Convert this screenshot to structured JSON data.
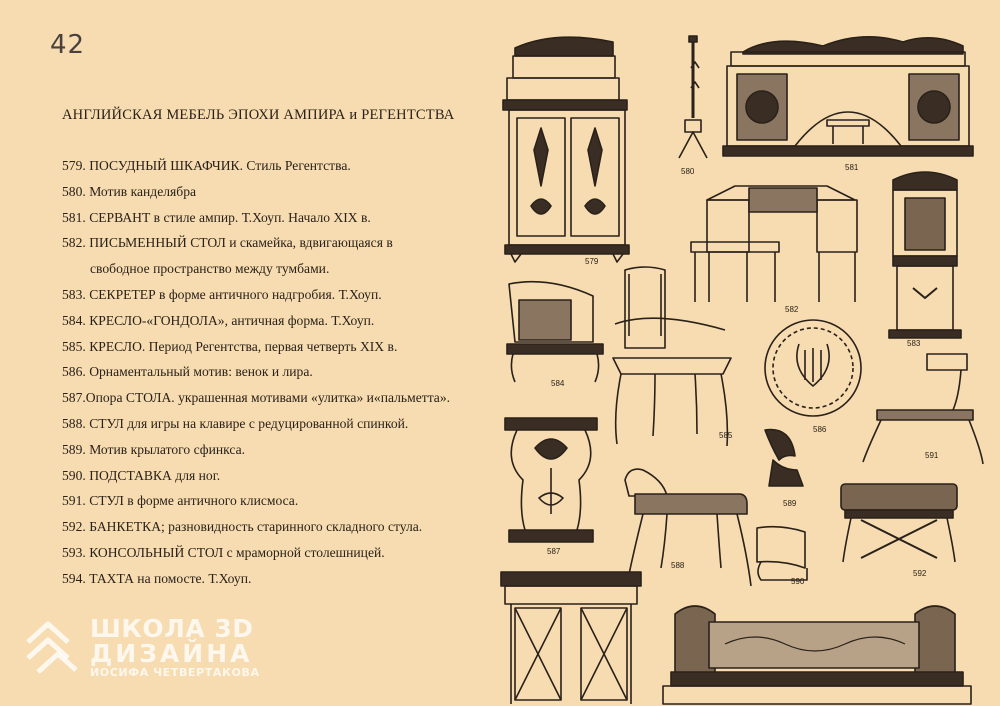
{
  "page_number": "42",
  "title": "АНГЛИЙСКАЯ МЕБЕЛЬ ЭПОХИ  АМПИРА и РЕГЕНТСТВА",
  "items": [
    "579. ПОСУДНЫЙ ШКАФЧИК. Стиль Регентства.",
    "580. Мотив канделябра",
    "581. СЕРВАНТ в стиле ампир. Т.Хоуп. Начало XIX в.",
    "582. ПИСЬМЕННЫЙ СТОЛ и скамейка, вдвигающаяся в",
    "свободное пространство между тумбами.",
    "583. СЕКРЕТЕР в форме античного надгробия. Т.Хоуп.",
    "584. КРЕСЛО-«ГОНДОЛА», античная форма. Т.Хоуп.",
    "585. КРЕСЛО. Период Регентства, первая четверть XIX в.",
    "586. Орнаментальный мотив: венок и лира.",
    "587.Опора СТОЛА. украшенная мотивами «улитка» и«пальметта».",
    "588. СТУЛ  для игры на клавире с редуцированной спинкой.",
    "589. Мотив крылатого сфинкса.",
    "590. ПОДСТАВКА  для ног.",
    "591. СТУЛ  в форме античного клисмоса.",
    "592. БАНКЕТКА; разновидность старинного складного стула.",
    "593. КОНСОЛЬНЫЙ СТОЛ с мраморной столешницей.",
    "594. ТАХТА на помосте. Т.Хоуп."
  ],
  "figure_labels": {
    "f579": "579",
    "f580": "580",
    "f581": "581",
    "f582": "582",
    "f583": "583",
    "f584": "584",
    "f585": "585",
    "f586": "586",
    "f587": "587",
    "f588": "588",
    "f589": "589",
    "f590": "590",
    "f591": "591",
    "f592": "592"
  },
  "watermark": {
    "line1": "ШКОЛА 3D",
    "line2": "ДИЗАЙНА",
    "line3": "ИОСИФА ЧЕТВЕРТАКОВА"
  },
  "colors": {
    "paper": "#f6dcb0",
    "ink": "#2a211a"
  }
}
